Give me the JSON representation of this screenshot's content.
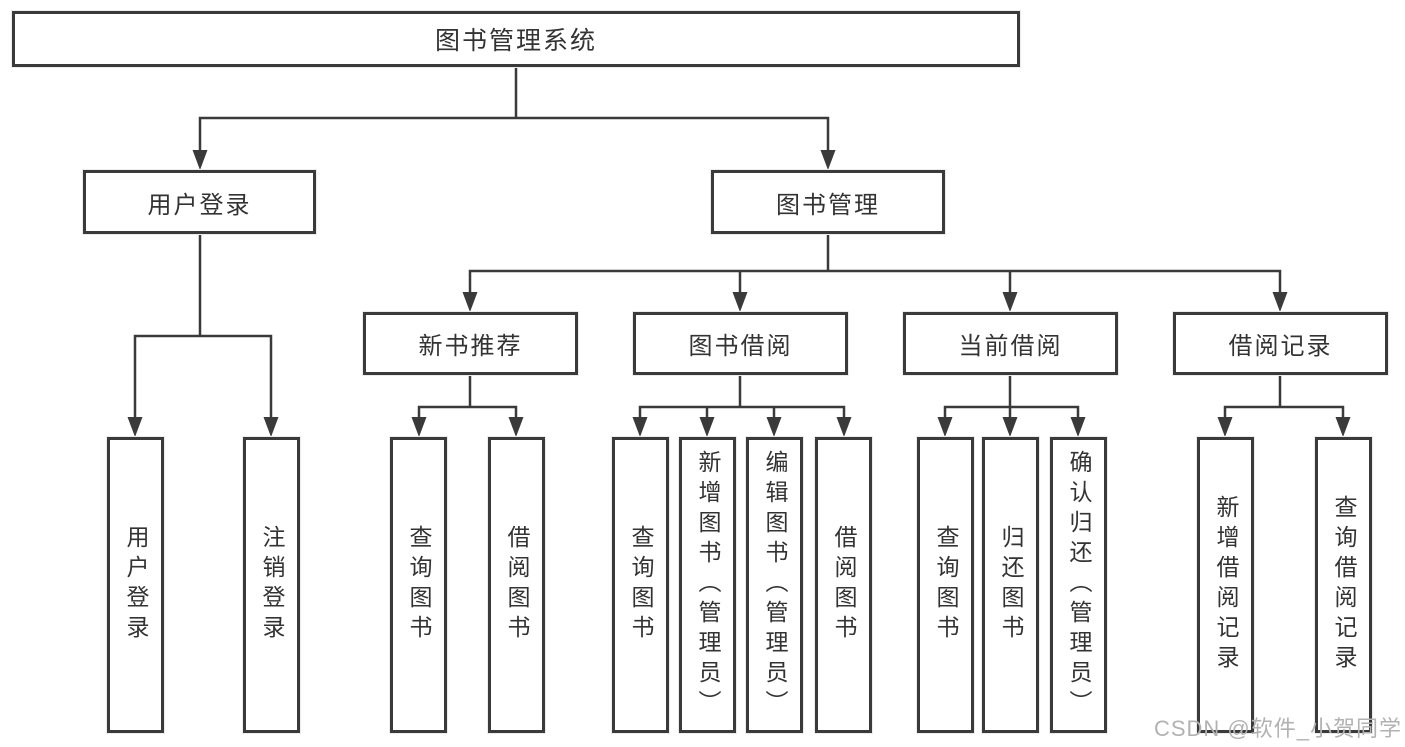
{
  "diagram": {
    "tree": {
      "label": "图书管理系统",
      "children": [
        {
          "label": "用户登录",
          "children": [
            {
              "label": "用户登录"
            },
            {
              "label": "注销登录"
            }
          ]
        },
        {
          "label": "图书管理",
          "children": [
            {
              "label": "新书推荐",
              "children": [
                {
                  "label": "查询图书"
                },
                {
                  "label": "借阅图书"
                }
              ]
            },
            {
              "label": "图书借阅",
              "children": [
                {
                  "label": "查询图书"
                },
                {
                  "label": "新增图书（管理员）"
                },
                {
                  "label": "编辑图书（管理员）"
                },
                {
                  "label": "借阅图书"
                }
              ]
            },
            {
              "label": "当前借阅",
              "children": [
                {
                  "label": "查询图书"
                },
                {
                  "label": "归还图书"
                },
                {
                  "label": "确认归还（管理员）"
                }
              ]
            },
            {
              "label": "借阅记录",
              "children": [
                {
                  "label": "新增借阅记录"
                },
                {
                  "label": "查询借阅记录"
                }
              ]
            }
          ]
        }
      ]
    },
    "colors": {
      "line": "#3a3a3a",
      "box_border": "#3a3a3a",
      "box_background": "#ffffff",
      "text": "#333333",
      "watermark": "#b2b2b2"
    }
  },
  "watermark": {
    "text": "CSDN @软件_小贺同学"
  }
}
